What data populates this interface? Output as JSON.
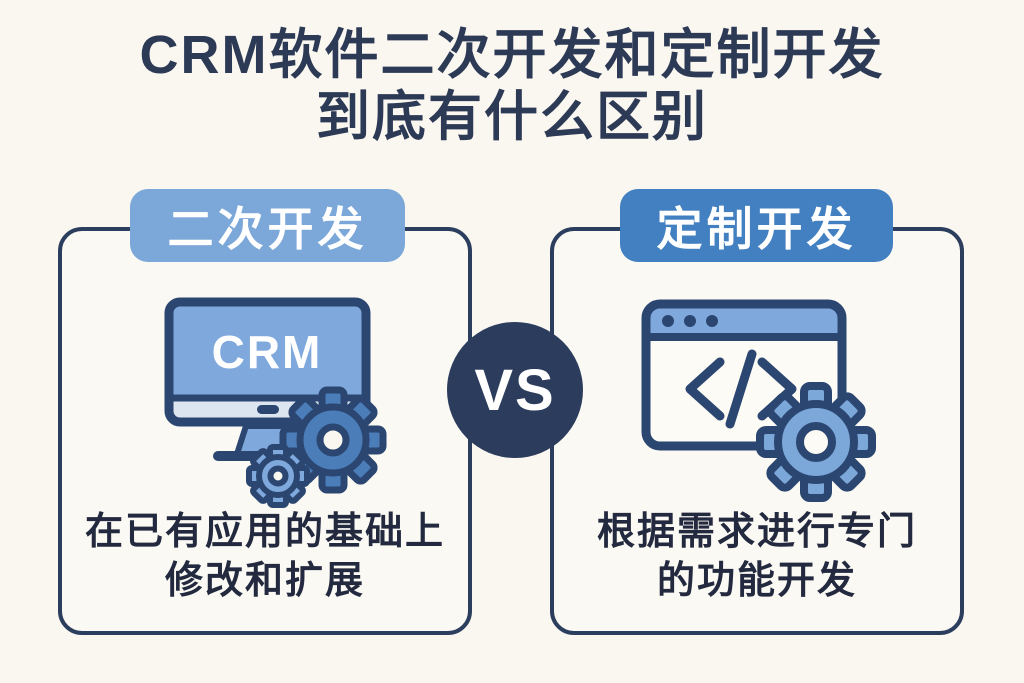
{
  "title": {
    "line1": "CRM软件二次开发和定制开发",
    "line2": "到底有什么区别"
  },
  "vs_badge": {
    "label": "VS"
  },
  "left_card": {
    "header": "二次开发",
    "icon": "crm-monitor-with-gears",
    "monitor_label": "CRM",
    "description_line1": "在已有应用的基础上",
    "description_line2": "修改和扩展"
  },
  "right_card": {
    "header": "定制开发",
    "icon": "browser-code-with-gear",
    "description_line1": "根据需求进行专门",
    "description_line2": "的功能开发"
  },
  "colors": {
    "background": "#FAF7F1",
    "title_text": "#2D3A55",
    "card_border": "#2C3E5E",
    "left_header_bg": "#7BA7D9",
    "right_header_bg": "#4280C1",
    "vs_circle_bg": "#2B3C5C",
    "icon_outline": "#2B4670",
    "icon_blue_light": "#7FA9DC",
    "icon_blue_dark": "#4B7DB9",
    "monitor_bar": "#DCE6F0",
    "description_text": "#232A3F"
  }
}
